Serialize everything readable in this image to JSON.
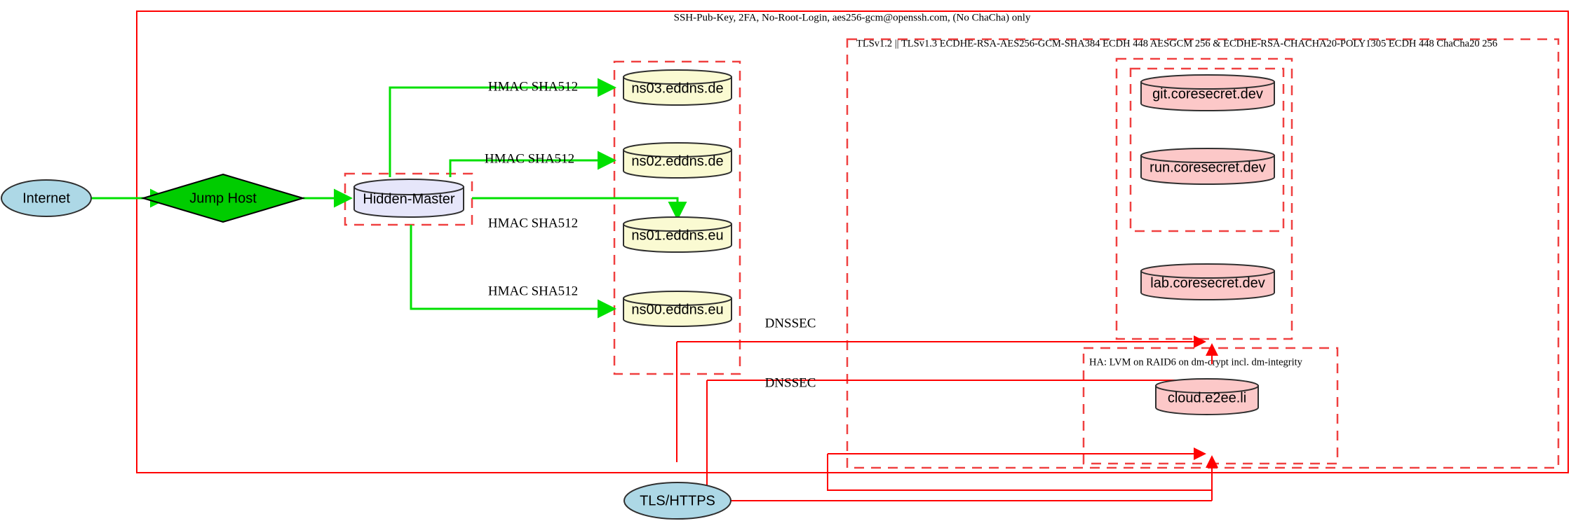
{
  "diagram": {
    "title_label": "SSH-Pub-Key, 2FA, No-Root-Login, aes256-gcm@openssh.com, (No ChaCha) only",
    "colors": {
      "boundary_red": "#ff0000",
      "dashed_red": "#f04040",
      "link_green": "#00e000",
      "internet_fill": "#add8e6",
      "jump_host_fill": "#00cc00",
      "hidden_master_fill": "#e6e6fa",
      "dns_fill": "#fafad2",
      "service_fill": "#fcc8c8",
      "node_stroke": "#2f2f2f"
    },
    "boundaries": {
      "ssh_zone_label": "SSH-Pub-Key, 2FA, No-Root-Login, aes256-gcm@openssh.com, (No ChaCha) only",
      "tls_zone_label": "TLSv1.2 || TLSv1.3 ECDHE-RSA-AES256-GCM-SHA384 ECDH 448 AESGCM 256 & ECDHE-RSA-CHACHA20-POLY1305 ECDH 448 ChaCha20 256",
      "ha_zone_label": "HA: LVM on RAID6 on dm-crypt incl. dm-integrity"
    },
    "nodes": {
      "internet": {
        "label": "Internet",
        "shape": "ellipse"
      },
      "jump_host": {
        "label": "Jump Host",
        "shape": "diamond"
      },
      "hidden_master": {
        "label": "Hidden-Master",
        "shape": "cylinder"
      },
      "tls_https": {
        "label": "TLS/HTTPS",
        "shape": "ellipse"
      },
      "ns03": {
        "label": "ns03.eddns.de",
        "shape": "cylinder"
      },
      "ns02": {
        "label": "ns02.eddns.de",
        "shape": "cylinder"
      },
      "ns01": {
        "label": "ns01.eddns.eu",
        "shape": "cylinder"
      },
      "ns00": {
        "label": "ns00.eddns.eu",
        "shape": "cylinder"
      },
      "git": {
        "label": "git.coresecret.dev",
        "shape": "cylinder"
      },
      "run": {
        "label": "run.coresecret.dev",
        "shape": "cylinder"
      },
      "lab": {
        "label": "lab.coresecret.dev",
        "shape": "cylinder"
      },
      "cloud": {
        "label": "cloud.e2ee.li",
        "shape": "cylinder"
      }
    },
    "edge_labels": {
      "hmac_ns03": "HMAC SHA512",
      "hmac_ns02": "HMAC SHA512",
      "hmac_ns01": "HMAC SHA512",
      "hmac_ns00": "HMAC SHA512",
      "dnssec_upper": "DNSSEC",
      "dnssec_lower": "DNSSEC"
    }
  }
}
